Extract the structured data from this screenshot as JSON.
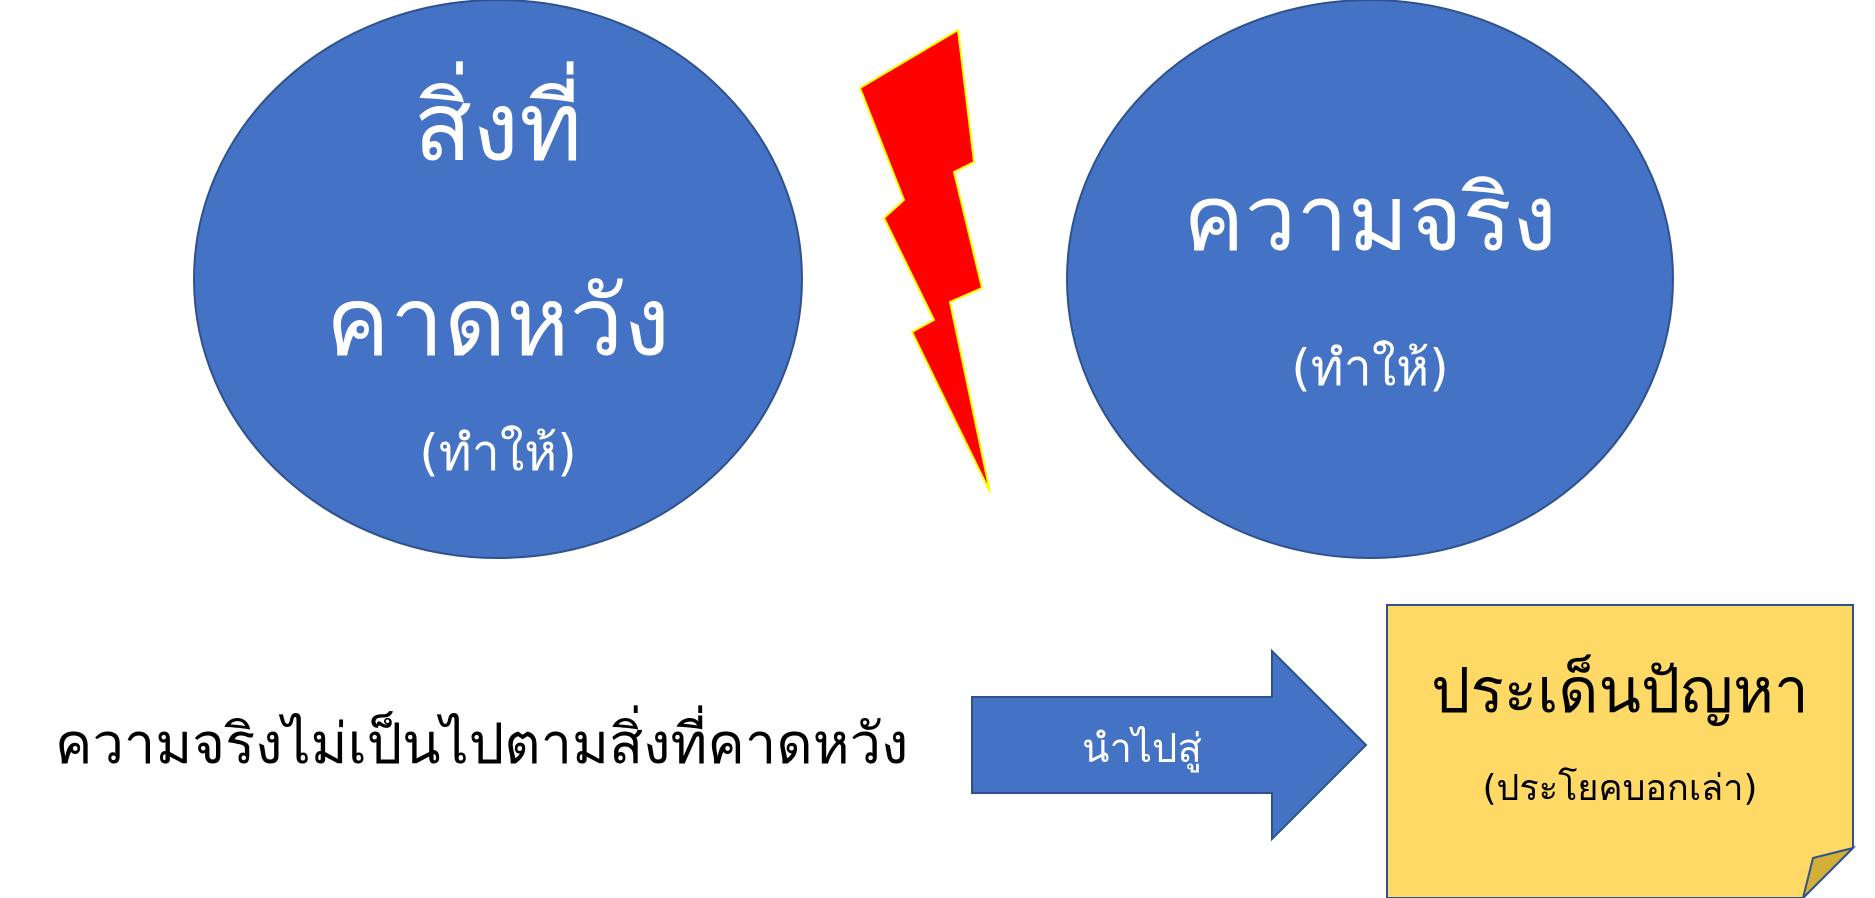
{
  "expectation": {
    "line1": "สิ่งที่",
    "line2": "คาดหวัง",
    "note": "(ทำให้)"
  },
  "reality": {
    "line1": "ความจริง",
    "note": "(ทำให้)"
  },
  "statement": "ความจริงไม่เป็นไปตามสิ่งที่คาดหวัง",
  "arrow_label": "นำไปสู่",
  "problem": {
    "title": "ประเด็นปัญหา",
    "note": "(ประโยคบอกเล่า)"
  },
  "colors": {
    "circle_fill": "#4472C4",
    "circle_stroke": "#2F528F",
    "bolt_fill": "#FF0000",
    "bolt_stroke": "#FFFF00",
    "note_fill": "#FFD966",
    "note_fold": "#D4AF37",
    "note_stroke": "#2F528F"
  }
}
